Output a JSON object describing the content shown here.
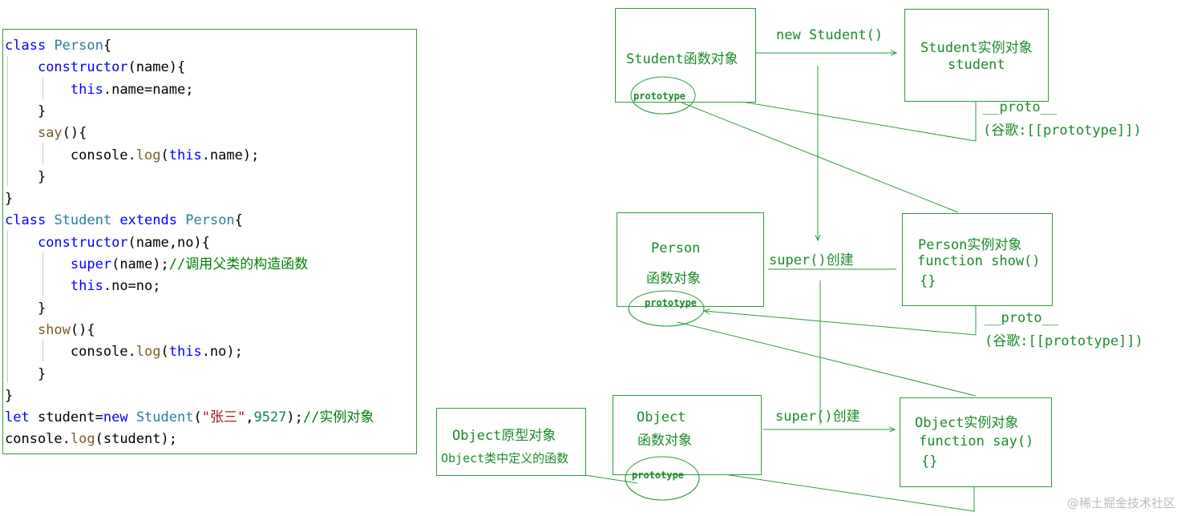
{
  "code": {
    "lines": [
      [
        {
          "t": "class",
          "c": "kw"
        },
        {
          "t": " "
        },
        {
          "t": "Person",
          "c": "cls"
        },
        {
          "t": "{"
        }
      ],
      [
        {
          "t": "    "
        },
        {
          "t": "constructor",
          "c": "kw"
        },
        {
          "t": "(name){"
        }
      ],
      [
        {
          "t": "        "
        },
        {
          "t": "this",
          "c": "kw"
        },
        {
          "t": ".name=name;"
        }
      ],
      [
        {
          "t": "    }"
        }
      ],
      [
        {
          "t": "    "
        },
        {
          "t": "say",
          "c": "fn"
        },
        {
          "t": "(){"
        }
      ],
      [
        {
          "t": "        console."
        },
        {
          "t": "log",
          "c": "fn"
        },
        {
          "t": "("
        },
        {
          "t": "this",
          "c": "kw"
        },
        {
          "t": ".name);"
        }
      ],
      [
        {
          "t": "    }"
        }
      ],
      [
        {
          "t": "}"
        }
      ],
      [
        {
          "t": "class",
          "c": "kw"
        },
        {
          "t": " "
        },
        {
          "t": "Student",
          "c": "cls"
        },
        {
          "t": " "
        },
        {
          "t": "extends",
          "c": "kw"
        },
        {
          "t": " "
        },
        {
          "t": "Person",
          "c": "cls"
        },
        {
          "t": "{"
        }
      ],
      [
        {
          "t": "    "
        },
        {
          "t": "constructor",
          "c": "kw"
        },
        {
          "t": "(name,no){"
        }
      ],
      [
        {
          "t": "        "
        },
        {
          "t": "super",
          "c": "kw"
        },
        {
          "t": "(name);"
        },
        {
          "t": "//调用父类的构造函数",
          "c": "cmt"
        }
      ],
      [
        {
          "t": "        "
        },
        {
          "t": "this",
          "c": "kw"
        },
        {
          "t": ".no=no;"
        }
      ],
      [
        {
          "t": "    }"
        }
      ],
      [
        {
          "t": "    "
        },
        {
          "t": "show",
          "c": "fn"
        },
        {
          "t": "(){"
        }
      ],
      [
        {
          "t": "        console."
        },
        {
          "t": "log",
          "c": "fn"
        },
        {
          "t": "("
        },
        {
          "t": "this",
          "c": "kw"
        },
        {
          "t": ".no);"
        }
      ],
      [
        {
          "t": "    }"
        }
      ],
      [
        {
          "t": "}"
        }
      ],
      [
        {
          "t": "let",
          "c": "kw"
        },
        {
          "t": " student="
        },
        {
          "t": "new",
          "c": "kw"
        },
        {
          "t": " "
        },
        {
          "t": "Student",
          "c": "cls"
        },
        {
          "t": "("
        },
        {
          "t": "\"张三\"",
          "c": "str"
        },
        {
          "t": ","
        },
        {
          "t": "9527",
          "c": "num"
        },
        {
          "t": ");"
        },
        {
          "t": "//实例对象",
          "c": "cmt"
        }
      ],
      [
        {
          "t": "console."
        },
        {
          "t": "log",
          "c": "fn"
        },
        {
          "t": "(student);"
        }
      ]
    ]
  },
  "diagram": {
    "student_func": "Student函数对象",
    "student_proto": "prototype",
    "new_student": "new Student()",
    "student_inst_title": "Student实例对象",
    "student_inst_name": "student",
    "proto1": "__proto__",
    "chrome1": "(谷歌:[[prototype]])",
    "person_func_1": "Person",
    "person_func_2": "函数对象",
    "person_proto": "prototype",
    "super1": "super()创建",
    "person_inst_title": "Person实例对象",
    "person_inst_fn": "function show()",
    "person_inst_braces": "{}",
    "proto2": "__proto__",
    "chrome2": "(谷歌:[[prototype]])",
    "object_proto_title": "Object原型对象",
    "object_proto_sub": "Object类中定义的函数",
    "object_func_1": "Object",
    "object_func_2": "函数对象",
    "object_proto": "prototype",
    "super2": "super()创建",
    "object_inst_title": "Object实例对象",
    "object_inst_fn": "function say()",
    "object_inst_braces": "{}"
  },
  "watermark": "@稀土掘金技术社区",
  "colors": {
    "line": "#2e9b3c",
    "text": "#1a8a2a"
  }
}
